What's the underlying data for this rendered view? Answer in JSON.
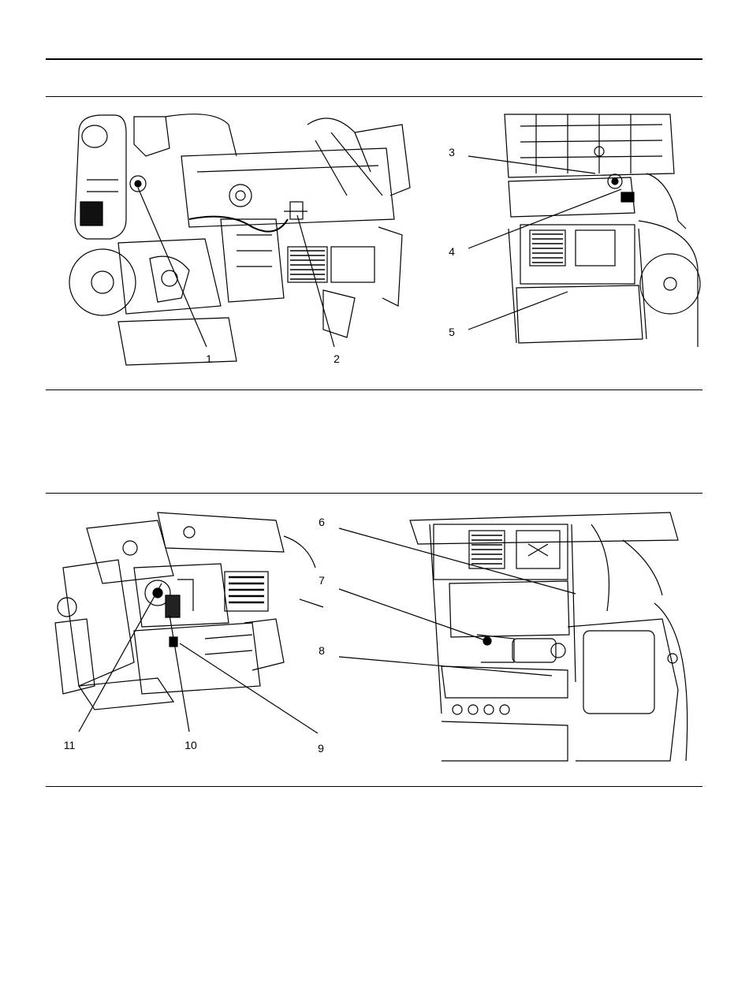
{
  "figures": [
    {
      "id": "fig-a",
      "callouts": [
        {
          "label": "1"
        },
        {
          "label": "2"
        }
      ]
    },
    {
      "id": "fig-b",
      "callouts": [
        {
          "label": "3"
        },
        {
          "label": "4"
        },
        {
          "label": "5"
        }
      ]
    },
    {
      "id": "fig-c",
      "callouts": [
        {
          "label": "11"
        },
        {
          "label": "10"
        },
        {
          "label": "9"
        }
      ]
    },
    {
      "id": "fig-d",
      "callouts": [
        {
          "label": "6"
        },
        {
          "label": "7"
        },
        {
          "label": "8"
        }
      ]
    }
  ]
}
